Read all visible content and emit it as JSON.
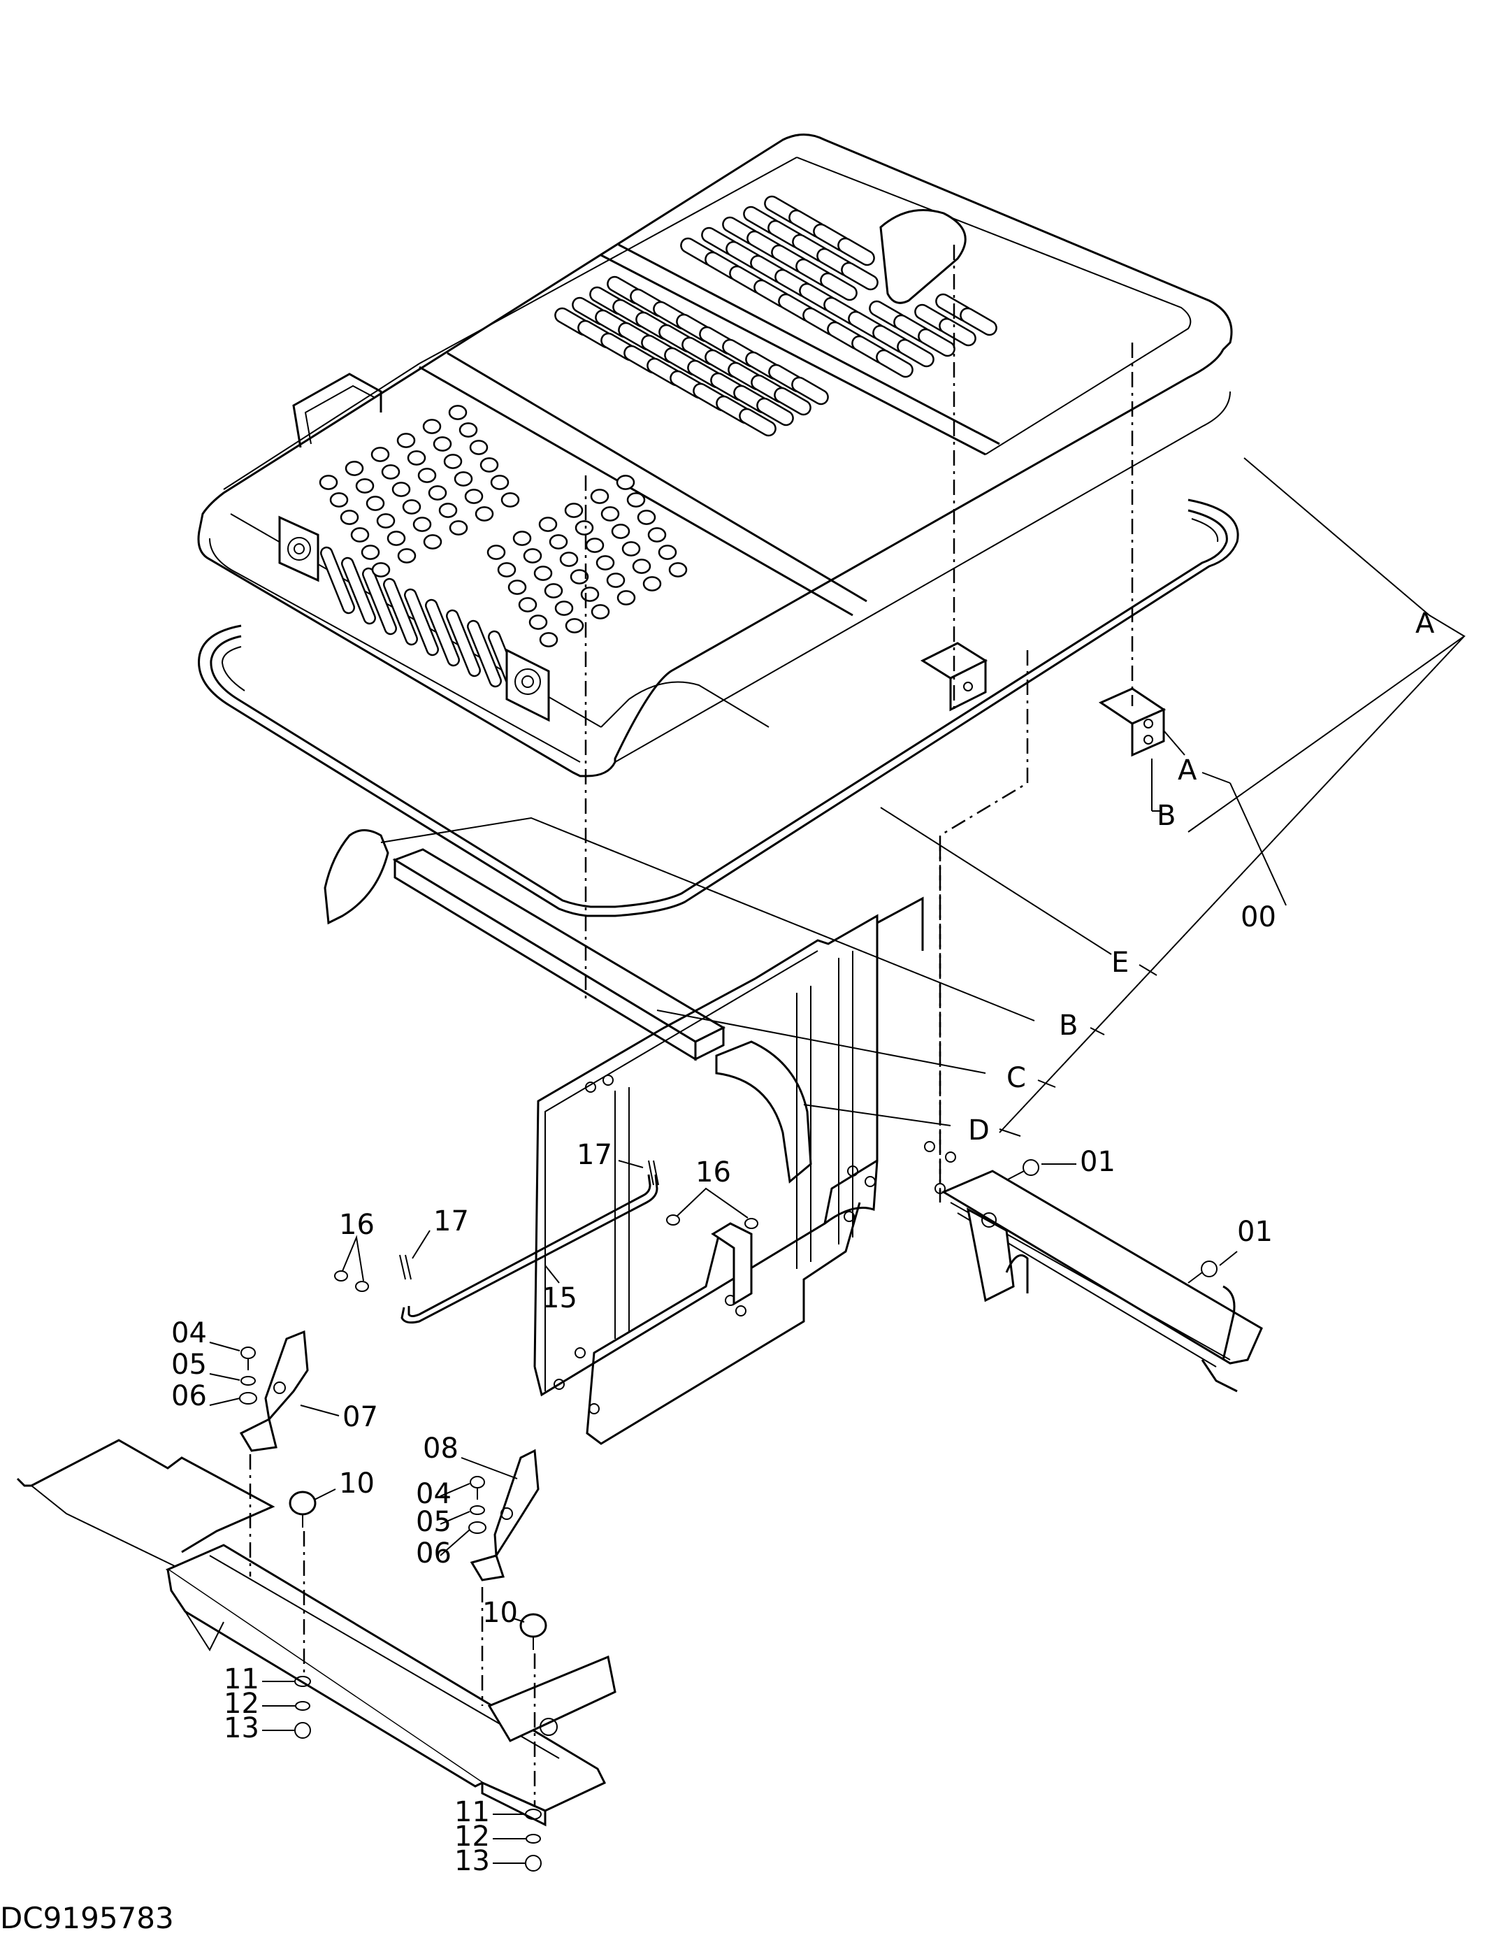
{
  "drawing_code": "DC9195783",
  "callouts": {
    "A_top": "A",
    "A_small": "A",
    "B_small": "B",
    "B_main": "B",
    "C": "C",
    "D": "D",
    "E": "E",
    "00": "00",
    "01a": "01",
    "01b": "01",
    "04a": "04",
    "05a": "05",
    "06a": "06",
    "07": "07",
    "08": "08",
    "04b": "04",
    "05b": "05",
    "06b": "06",
    "10a": "10",
    "10b": "10",
    "11a": "11",
    "12a": "12",
    "13a": "13",
    "11b": "11",
    "12b": "12",
    "13b": "13",
    "15": "15",
    "16a": "16",
    "16b": "16",
    "17a": "17",
    "17b": "17"
  }
}
